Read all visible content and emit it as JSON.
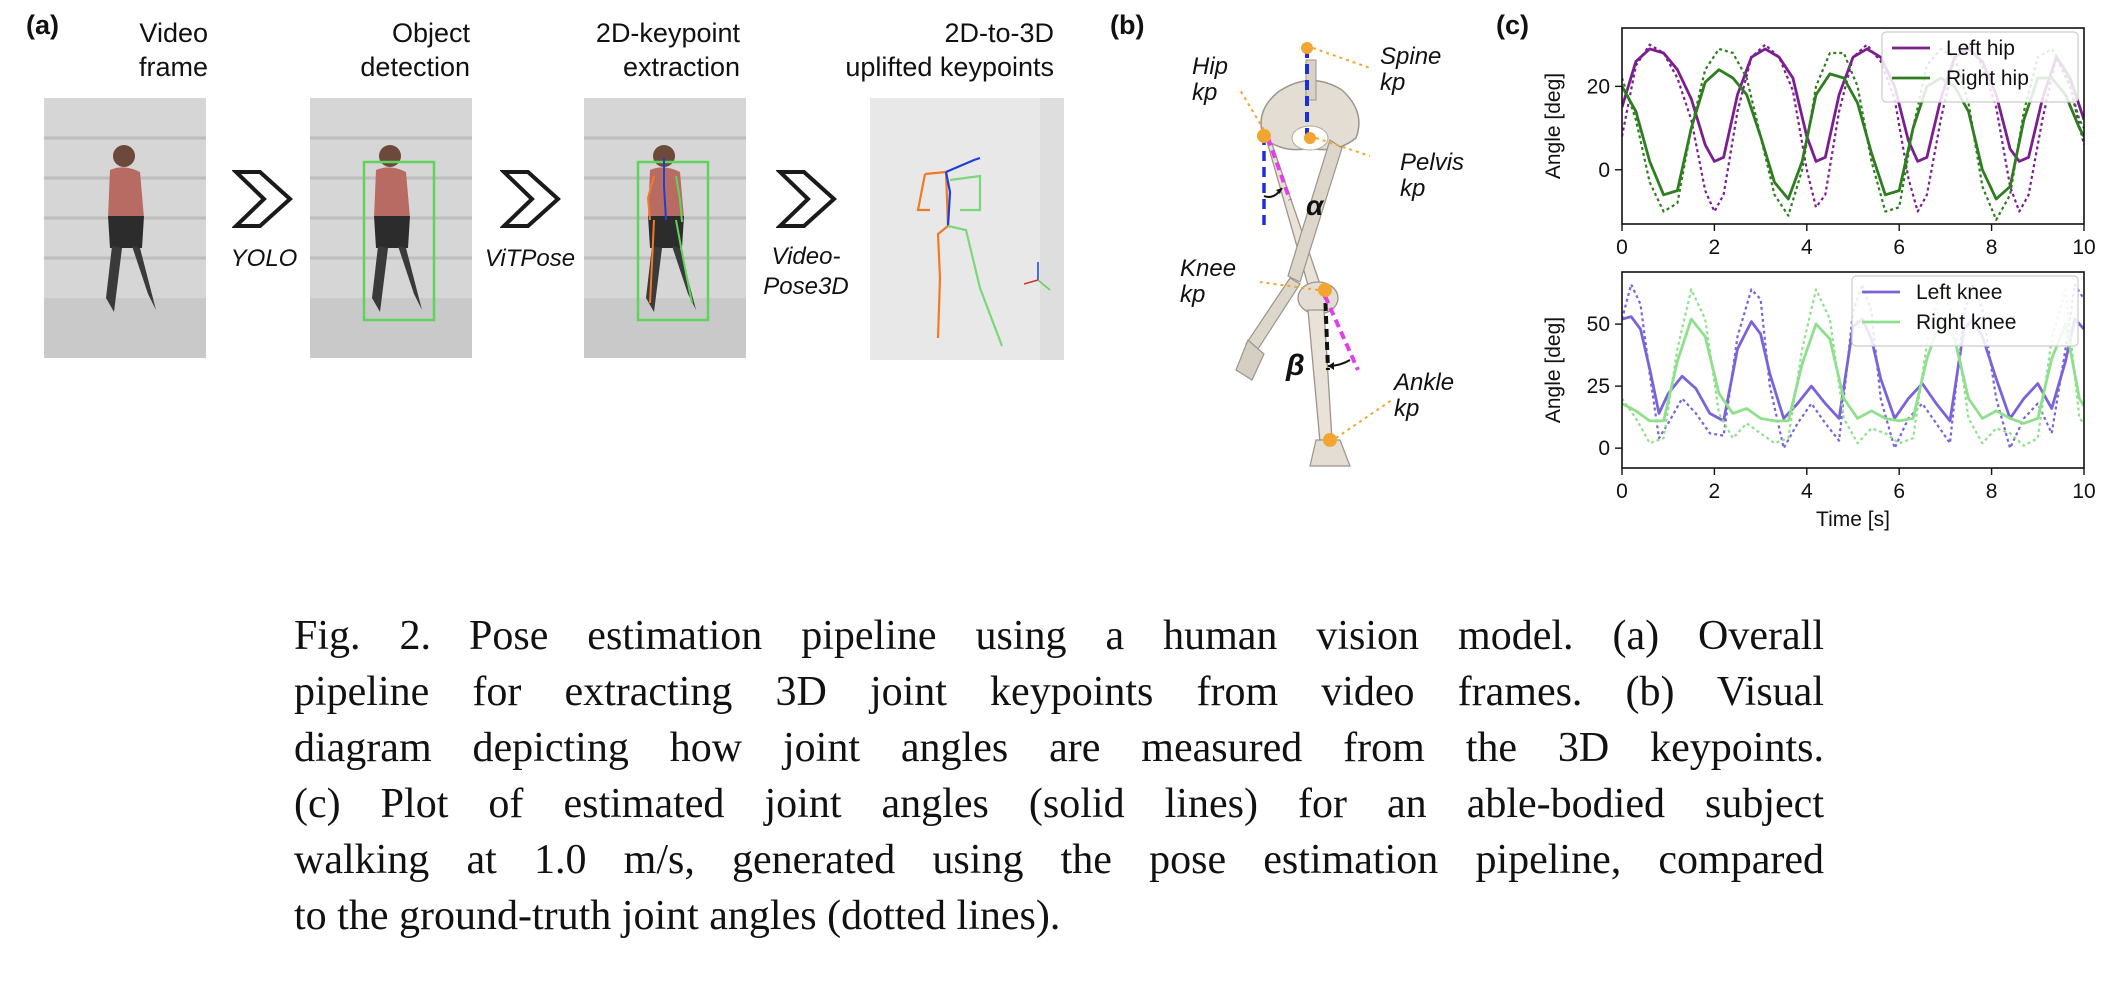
{
  "panel_a": {
    "label": "(a)",
    "stages": [
      {
        "title_line1": "Video",
        "title_line2": "frame"
      },
      {
        "title_line1": "Object",
        "title_line2": "detection"
      },
      {
        "title_line1": "2D-keypoint",
        "title_line2": "extraction"
      },
      {
        "title_line1": "2D-to-3D",
        "title_line2": "uplifted keypoints"
      }
    ],
    "arrows": [
      {
        "label_line1": "YOLO",
        "label_line2": ""
      },
      {
        "label_line1": "ViTPose",
        "label_line2": ""
      },
      {
        "label_line1": "Video-",
        "label_line2": "Pose3D"
      }
    ]
  },
  "panel_b": {
    "label": "(b)",
    "keypoints": {
      "hip": {
        "line1": "Hip",
        "line2": "kp"
      },
      "spine": {
        "line1": "Spine",
        "line2": "kp"
      },
      "pelvis": {
        "line1": "Pelvis",
        "line2": "kp"
      },
      "knee": {
        "line1": "Knee",
        "line2": "kp"
      },
      "ankle": {
        "line1": "Ankle",
        "line2": "kp"
      }
    },
    "angles": {
      "alpha": "α",
      "beta": "β"
    },
    "colors": {
      "keypoint": "#f2a531",
      "spine_line": "#1f2fd6",
      "thigh_line": "#e23fe6",
      "vertical_line": "#111111"
    }
  },
  "panel_c": {
    "label": "(c)"
  },
  "chart_data": [
    {
      "type": "line",
      "title": "",
      "xlabel": "",
      "ylabel": "Angle [deg]",
      "xlim": [
        0,
        10
      ],
      "ylim": [
        -13,
        34
      ],
      "xticks": [
        0,
        2,
        4,
        6,
        8,
        10
      ],
      "yticks": [
        0,
        20
      ],
      "legend_position": "top-right",
      "series": [
        {
          "name": "Left hip",
          "style": "solid",
          "color": "#7b1f8f",
          "x": [
            0,
            0.3,
            0.6,
            0.9,
            1.2,
            1.5,
            1.8,
            2.0,
            2.2,
            2.5,
            2.8,
            3.1,
            3.4,
            3.7,
            4.0,
            4.2,
            4.4,
            4.7,
            5.0,
            5.3,
            5.6,
            5.9,
            6.2,
            6.4,
            6.6,
            6.9,
            7.2,
            7.5,
            7.8,
            8.1,
            8.4,
            8.6,
            8.8,
            9.1,
            9.4,
            9.7,
            10.0
          ],
          "y": [
            15,
            26,
            29,
            28,
            24,
            17,
            6,
            2,
            3,
            18,
            27,
            29,
            27,
            22,
            8,
            2,
            3,
            18,
            27,
            29,
            27,
            20,
            7,
            2,
            3,
            17,
            27,
            29,
            26,
            18,
            5,
            2,
            3,
            17,
            27,
            22,
            12
          ]
        },
        {
          "name": "Left hip ground truth",
          "style": "dotted",
          "color": "#7b1f8f",
          "x": [
            0,
            0.3,
            0.6,
            0.9,
            1.2,
            1.5,
            1.8,
            2.0,
            2.2,
            2.5,
            2.8,
            3.1,
            3.4,
            3.7,
            4.0,
            4.2,
            4.4,
            4.7,
            5.0,
            5.3,
            5.6,
            5.9,
            6.2,
            6.4,
            6.6,
            6.9,
            7.2,
            7.5,
            7.8,
            8.1,
            8.4,
            8.6,
            8.8,
            9.1,
            9.4,
            9.7,
            10.0
          ],
          "y": [
            8,
            25,
            30,
            28,
            22,
            12,
            -5,
            -10,
            -6,
            14,
            27,
            30,
            27,
            19,
            0,
            -9,
            -6,
            14,
            27,
            30,
            26,
            17,
            -2,
            -10,
            -6,
            12,
            27,
            30,
            25,
            15,
            -4,
            -10,
            -6,
            12,
            27,
            20,
            6
          ]
        },
        {
          "name": "Right hip",
          "style": "solid",
          "color": "#2e7d1f",
          "x": [
            0,
            0.3,
            0.6,
            0.9,
            1.2,
            1.5,
            1.8,
            2.1,
            2.4,
            2.7,
            3.0,
            3.3,
            3.6,
            3.9,
            4.2,
            4.5,
            4.8,
            5.1,
            5.4,
            5.7,
            6.0,
            6.3,
            6.6,
            6.9,
            7.2,
            7.5,
            7.8,
            8.1,
            8.4,
            8.7,
            9.0,
            9.3,
            9.6,
            9.9,
            10.0
          ],
          "y": [
            20,
            14,
            2,
            -6,
            -5,
            10,
            21,
            24,
            22,
            18,
            8,
            -3,
            -7,
            2,
            18,
            23,
            22,
            16,
            4,
            -6,
            -5,
            10,
            20,
            22,
            20,
            14,
            0,
            -7,
            -4,
            12,
            22,
            22,
            18,
            10,
            8
          ]
        },
        {
          "name": "Right hip ground truth",
          "style": "dotted",
          "color": "#2e7d1f",
          "x": [
            0,
            0.3,
            0.6,
            0.9,
            1.2,
            1.5,
            1.8,
            2.1,
            2.4,
            2.7,
            3.0,
            3.3,
            3.6,
            3.9,
            4.2,
            4.5,
            4.8,
            5.1,
            5.4,
            5.7,
            6.0,
            6.3,
            6.6,
            6.9,
            7.2,
            7.5,
            7.8,
            8.1,
            8.4,
            8.7,
            9.0,
            9.3,
            9.6,
            9.9,
            10.0
          ],
          "y": [
            22,
            12,
            -3,
            -10,
            -8,
            10,
            24,
            29,
            28,
            22,
            8,
            -6,
            -11,
            0,
            20,
            28,
            28,
            20,
            2,
            -10,
            -9,
            10,
            25,
            29,
            27,
            16,
            -4,
            -12,
            -6,
            14,
            27,
            29,
            24,
            12,
            10
          ]
        }
      ]
    },
    {
      "type": "line",
      "title": "",
      "xlabel": "Time [s]",
      "ylabel": "Angle [deg]",
      "xlim": [
        0,
        10
      ],
      "ylim": [
        -8,
        71
      ],
      "xticks": [
        0,
        2,
        4,
        6,
        8,
        10
      ],
      "yticks": [
        0,
        25,
        50
      ],
      "legend_position": "top-right",
      "series": [
        {
          "name": "Left knee",
          "style": "solid",
          "color": "#7a63d8",
          "x": [
            0,
            0.2,
            0.4,
            0.6,
            0.8,
            1.0,
            1.3,
            1.6,
            1.9,
            2.2,
            2.5,
            2.8,
            3.0,
            3.2,
            3.5,
            3.8,
            4.1,
            4.4,
            4.7,
            5.0,
            5.2,
            5.4,
            5.6,
            5.9,
            6.2,
            6.5,
            6.8,
            7.1,
            7.4,
            7.6,
            7.8,
            8.1,
            8.4,
            8.7,
            9.0,
            9.3,
            9.6,
            9.8,
            10.0
          ],
          "y": [
            52,
            53,
            48,
            32,
            14,
            22,
            29,
            24,
            14,
            11,
            40,
            51,
            46,
            30,
            12,
            18,
            25,
            18,
            12,
            49,
            52,
            44,
            28,
            12,
            20,
            26,
            18,
            11,
            48,
            52,
            45,
            28,
            12,
            20,
            26,
            16,
            35,
            52,
            48
          ]
        },
        {
          "name": "Left knee ground truth",
          "style": "dotted",
          "color": "#7a63d8",
          "x": [
            0,
            0.2,
            0.4,
            0.6,
            0.8,
            1.0,
            1.3,
            1.6,
            1.9,
            2.2,
            2.5,
            2.8,
            3.0,
            3.2,
            3.5,
            3.8,
            4.1,
            4.4,
            4.7,
            5.0,
            5.2,
            5.4,
            5.6,
            5.9,
            6.2,
            6.5,
            6.8,
            7.1,
            7.4,
            7.6,
            7.8,
            8.1,
            8.4,
            8.7,
            9.0,
            9.3,
            9.6,
            9.8,
            10.0
          ],
          "y": [
            52,
            66,
            58,
            30,
            4,
            10,
            20,
            14,
            6,
            5,
            45,
            64,
            60,
            25,
            0,
            10,
            18,
            10,
            3,
            55,
            66,
            55,
            20,
            0,
            12,
            18,
            10,
            2,
            55,
            66,
            56,
            20,
            0,
            12,
            18,
            6,
            40,
            66,
            60
          ]
        },
        {
          "name": "Right knee",
          "style": "solid",
          "color": "#8fe08c",
          "x": [
            0,
            0.3,
            0.6,
            0.9,
            1.2,
            1.5,
            1.8,
            2.1,
            2.4,
            2.7,
            3.0,
            3.3,
            3.6,
            3.9,
            4.2,
            4.5,
            4.8,
            5.1,
            5.4,
            5.7,
            6.0,
            6.3,
            6.6,
            6.9,
            7.2,
            7.5,
            7.8,
            8.1,
            8.4,
            8.7,
            9.0,
            9.3,
            9.6,
            9.9,
            10.0
          ],
          "y": [
            18,
            15,
            11,
            11,
            35,
            52,
            45,
            22,
            14,
            16,
            12,
            11,
            11,
            34,
            50,
            44,
            20,
            12,
            15,
            12,
            11,
            12,
            36,
            52,
            44,
            20,
            12,
            15,
            12,
            10,
            12,
            36,
            50,
            20,
            17
          ]
        },
        {
          "name": "Right knee ground truth",
          "style": "dotted",
          "color": "#8fe08c",
          "x": [
            0,
            0.3,
            0.6,
            0.9,
            1.2,
            1.5,
            1.8,
            2.1,
            2.4,
            2.7,
            3.0,
            3.3,
            3.6,
            3.9,
            4.2,
            4.5,
            4.8,
            5.1,
            5.4,
            5.7,
            6.0,
            6.3,
            6.6,
            6.9,
            7.2,
            7.5,
            7.8,
            8.1,
            8.4,
            8.7,
            9.0,
            9.3,
            9.6,
            9.9,
            10.0
          ],
          "y": [
            20,
            12,
            2,
            4,
            40,
            64,
            52,
            14,
            4,
            10,
            6,
            2,
            4,
            40,
            64,
            52,
            12,
            2,
            8,
            6,
            2,
            4,
            42,
            65,
            52,
            12,
            2,
            8,
            6,
            1,
            4,
            44,
            64,
            12,
            10
          ]
        }
      ]
    }
  ],
  "caption": {
    "lines": [
      "Pose estimation pipeline using a human vision model. (a) Overall",
      "pipeline for extracting 3D joint keypoints from video frames. (b) Visual",
      "diagram depicting how joint angles are measured from the 3D keypoints.",
      "(c) Plot of estimated joint angles (solid lines) for an able-bodied subject",
      "walking at 1.0 m/s, generated using the pose estimation pipeline, compared",
      "to the ground-truth joint angles (dotted lines)."
    ],
    "figure_number": "Fig. 2."
  }
}
